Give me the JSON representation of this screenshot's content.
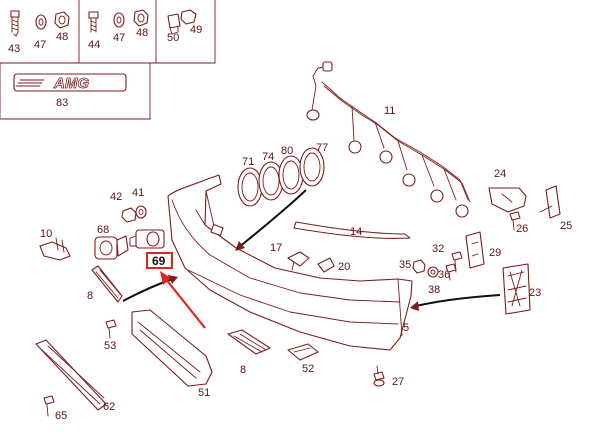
{
  "logo": {
    "text": "AMG",
    "number": "83"
  },
  "highlight": {
    "label": "69"
  },
  "labels": {
    "p43": "43",
    "p47a": "47",
    "p48a": "48",
    "p44": "44",
    "p47b": "47",
    "p48b": "48",
    "p50": "50",
    "p49": "49",
    "p11": "11",
    "p71": "71",
    "p74": "74",
    "p80": "80",
    "p77": "77",
    "p42": "42",
    "p41": "41",
    "p24": "24",
    "p10": "10",
    "p68": "68",
    "p14": "14",
    "p17": "17",
    "p20": "20",
    "p32": "32",
    "p29": "29",
    "p26": "26",
    "p25": "25",
    "p35": "35",
    "p36": "36",
    "p38": "38",
    "p23": "23",
    "p8a": "8",
    "p8b": "8",
    "p5": "5",
    "p53": "53",
    "p51": "51",
    "p52": "52",
    "p27": "27",
    "p62": "62",
    "p65": "65"
  },
  "colors": {
    "line": "#7a1d1d",
    "text": "#5a1414",
    "highlight": "#e32222",
    "arrow": "#111111"
  }
}
